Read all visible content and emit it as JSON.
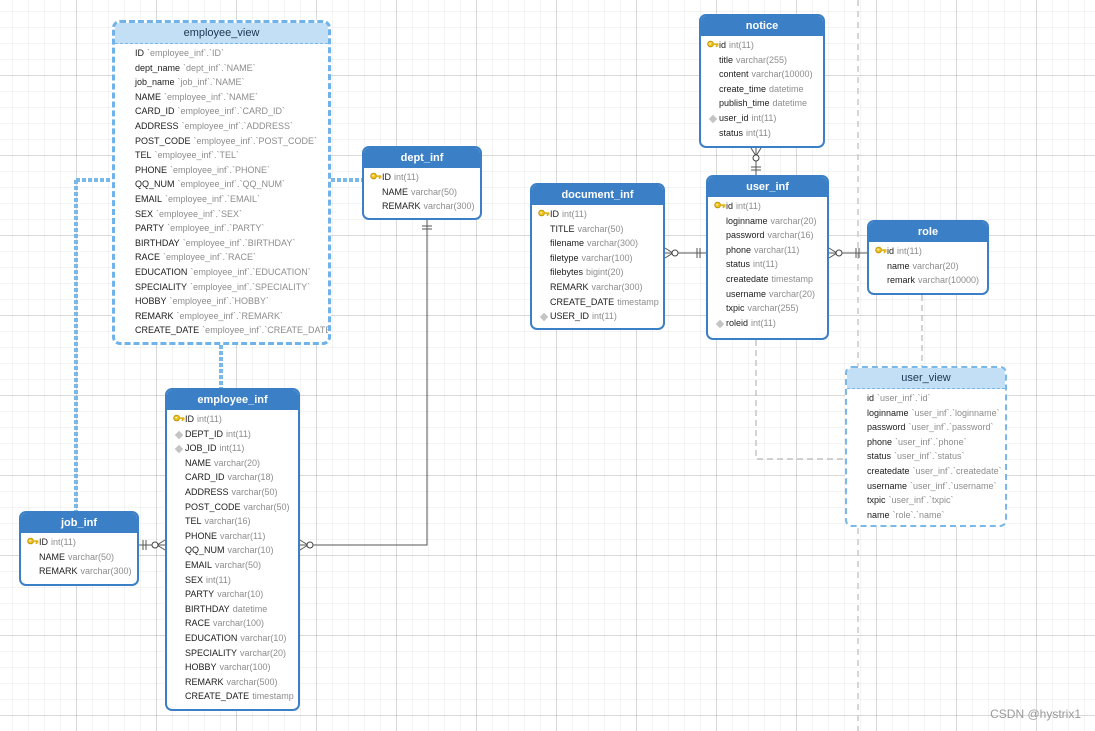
{
  "tables": {
    "employee_view": {
      "title": "employee_view",
      "fields": [
        {
          "name": "ID",
          "type": "`employee_inf`.`ID`"
        },
        {
          "name": "dept_name",
          "type": "`dept_inf`.`NAME`"
        },
        {
          "name": "job_name",
          "type": "`job_inf`.`NAME`"
        },
        {
          "name": "NAME",
          "type": "`employee_inf`.`NAME`"
        },
        {
          "name": "CARD_ID",
          "type": "`employee_inf`.`CARD_ID`"
        },
        {
          "name": "ADDRESS",
          "type": "`employee_inf`.`ADDRESS`"
        },
        {
          "name": "POST_CODE",
          "type": "`employee_inf`.`POST_CODE`"
        },
        {
          "name": "TEL",
          "type": "`employee_inf`.`TEL`"
        },
        {
          "name": "PHONE",
          "type": "`employee_inf`.`PHONE`"
        },
        {
          "name": "QQ_NUM",
          "type": "`employee_inf`.`QQ_NUM`"
        },
        {
          "name": "EMAIL",
          "type": "`employee_inf`.`EMAIL`"
        },
        {
          "name": "SEX",
          "type": "`employee_inf`.`SEX`"
        },
        {
          "name": "PARTY",
          "type": "`employee_inf`.`PARTY`"
        },
        {
          "name": "BIRTHDAY",
          "type": "`employee_inf`.`BIRTHDAY`"
        },
        {
          "name": "RACE",
          "type": "`employee_inf`.`RACE`"
        },
        {
          "name": "EDUCATION",
          "type": "`employee_inf`.`EDUCATION`"
        },
        {
          "name": "SPECIALITY",
          "type": "`employee_inf`.`SPECIALITY`"
        },
        {
          "name": "HOBBY",
          "type": "`employee_inf`.`HOBBY`"
        },
        {
          "name": "REMARK",
          "type": "`employee_inf`.`REMARK`"
        },
        {
          "name": "CREATE_DATE",
          "type": "`employee_inf`.`CREATE_DATE`"
        }
      ]
    },
    "dept_inf": {
      "title": "dept_inf",
      "fields": [
        {
          "name": "ID",
          "type": "int(11)",
          "key": "pk"
        },
        {
          "name": "NAME",
          "type": "varchar(50)"
        },
        {
          "name": "REMARK",
          "type": "varchar(300)"
        }
      ]
    },
    "employee_inf": {
      "title": "employee_inf",
      "fields": [
        {
          "name": "ID",
          "type": "int(11)",
          "key": "pk"
        },
        {
          "name": "DEPT_ID",
          "type": "int(11)",
          "key": "fk"
        },
        {
          "name": "JOB_ID",
          "type": "int(11)",
          "key": "fk"
        },
        {
          "name": "NAME",
          "type": "varchar(20)"
        },
        {
          "name": "CARD_ID",
          "type": "varchar(18)"
        },
        {
          "name": "ADDRESS",
          "type": "varchar(50)"
        },
        {
          "name": "POST_CODE",
          "type": "varchar(50)"
        },
        {
          "name": "TEL",
          "type": "varchar(16)"
        },
        {
          "name": "PHONE",
          "type": "varchar(11)"
        },
        {
          "name": "QQ_NUM",
          "type": "varchar(10)"
        },
        {
          "name": "EMAIL",
          "type": "varchar(50)"
        },
        {
          "name": "SEX",
          "type": "int(11)"
        },
        {
          "name": "PARTY",
          "type": "varchar(10)"
        },
        {
          "name": "BIRTHDAY",
          "type": "datetime"
        },
        {
          "name": "RACE",
          "type": "varchar(100)"
        },
        {
          "name": "EDUCATION",
          "type": "varchar(10)"
        },
        {
          "name": "SPECIALITY",
          "type": "varchar(20)"
        },
        {
          "name": "HOBBY",
          "type": "varchar(100)"
        },
        {
          "name": "REMARK",
          "type": "varchar(500)"
        },
        {
          "name": "CREATE_DATE",
          "type": "timestamp"
        }
      ]
    },
    "job_inf": {
      "title": "job_inf",
      "fields": [
        {
          "name": "ID",
          "type": "int(11)",
          "key": "pk"
        },
        {
          "name": "NAME",
          "type": "varchar(50)"
        },
        {
          "name": "REMARK",
          "type": "varchar(300)"
        }
      ]
    },
    "document_inf": {
      "title": "document_inf",
      "fields": [
        {
          "name": "ID",
          "type": "int(11)",
          "key": "pk"
        },
        {
          "name": "TITLE",
          "type": "varchar(50)"
        },
        {
          "name": "filename",
          "type": "varchar(300)"
        },
        {
          "name": "filetype",
          "type": "varchar(100)"
        },
        {
          "name": "filebytes",
          "type": "bigint(20)"
        },
        {
          "name": "REMARK",
          "type": "varchar(300)"
        },
        {
          "name": "CREATE_DATE",
          "type": "timestamp"
        },
        {
          "name": "USER_ID",
          "type": "int(11)",
          "key": "fk"
        }
      ]
    },
    "notice": {
      "title": "notice",
      "fields": [
        {
          "name": "id",
          "type": "int(11)",
          "key": "pk"
        },
        {
          "name": "title",
          "type": "varchar(255)"
        },
        {
          "name": "content",
          "type": "varchar(10000)"
        },
        {
          "name": "create_time",
          "type": "datetime"
        },
        {
          "name": "publish_time",
          "type": "datetime"
        },
        {
          "name": "user_id",
          "type": "int(11)",
          "key": "fk"
        },
        {
          "name": "status",
          "type": "int(11)"
        }
      ]
    },
    "user_inf": {
      "title": "user_inf",
      "fields": [
        {
          "name": "id",
          "type": "int(11)",
          "key": "pk"
        },
        {
          "name": "loginname",
          "type": "varchar(20)"
        },
        {
          "name": "password",
          "type": "varchar(16)"
        },
        {
          "name": "phone",
          "type": "varchar(11)"
        },
        {
          "name": "status",
          "type": "int(11)"
        },
        {
          "name": "createdate",
          "type": "timestamp"
        },
        {
          "name": "username",
          "type": "varchar(20)"
        },
        {
          "name": "txpic",
          "type": "varchar(255)"
        },
        {
          "name": "roleid",
          "type": "int(11)",
          "key": "fk"
        }
      ]
    },
    "role": {
      "title": "role",
      "fields": [
        {
          "name": "id",
          "type": "int(11)",
          "key": "pk"
        },
        {
          "name": "name",
          "type": "varchar(20)"
        },
        {
          "name": "remark",
          "type": "varchar(10000)"
        }
      ]
    },
    "user_view": {
      "title": "user_view",
      "fields": [
        {
          "name": "id",
          "type": "`user_inf`.`id`"
        },
        {
          "name": "loginname",
          "type": "`user_inf`.`loginname`"
        },
        {
          "name": "password",
          "type": "`user_inf`.`password`"
        },
        {
          "name": "phone",
          "type": "`user_inf`.`phone`"
        },
        {
          "name": "status",
          "type": "`user_inf`.`status`"
        },
        {
          "name": "createdate",
          "type": "`user_inf`.`createdate`"
        },
        {
          "name": "username",
          "type": "`user_inf`.`username`"
        },
        {
          "name": "txpic",
          "type": "`user_inf`.`txpic`"
        },
        {
          "name": "name",
          "type": "`role`.`name`"
        }
      ]
    }
  },
  "colors": {
    "header": "#3b80c6",
    "view_header": "#c3dff5",
    "view_link": "#7ab8e8",
    "relation_line": "#555555",
    "view_dependency_line": "#b8b8b8"
  },
  "watermark": "CSDN @hystrix1"
}
